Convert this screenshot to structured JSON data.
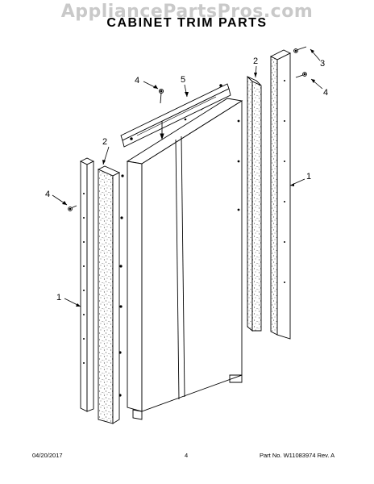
{
  "watermark": "AppliancePartsPros.com",
  "title": "CABINET TRIM PARTS",
  "footer": {
    "date": "04/20/2017",
    "page": "4",
    "part_label": "Part No.  W11083974  Rev.  A"
  },
  "callouts": {
    "c1_left": "1",
    "c1_right": "1",
    "c2_left": "2",
    "c2_right": "2",
    "c3": "3",
    "c4_top": "4",
    "c4_left": "4",
    "c4_right": "4",
    "c5": "5"
  }
}
